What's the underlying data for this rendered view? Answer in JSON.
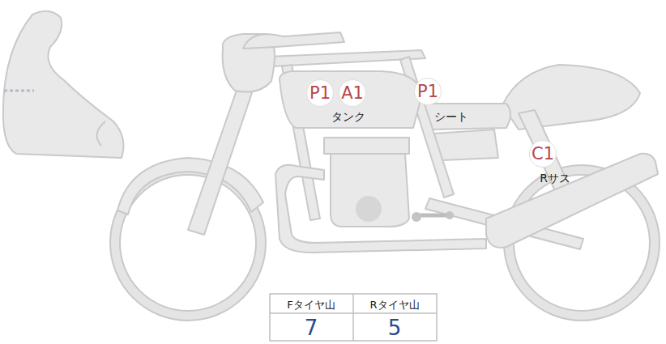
{
  "diagram": {
    "nodes": [
      {
        "text": [
          "P1"
        ]
      },
      {
        "text": [
          "A1"
        ]
      },
      {
        "text": [
          "P1"
        ]
      },
      {
        "text": [
          "C1"
        ]
      }
    ],
    "labels": [
      "タンク",
      "シート",
      "Rサス",
      "Fタイヤ山",
      "Rタイヤ山",
      "7",
      "5"
    ]
  }
}
